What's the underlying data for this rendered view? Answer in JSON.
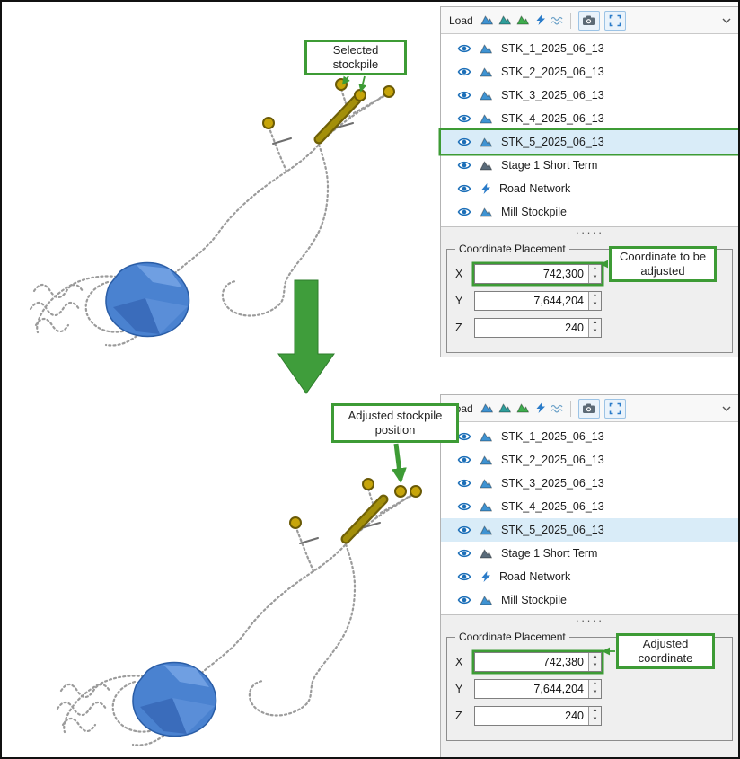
{
  "callouts": {
    "selected_stockpile": "Selected stockpile",
    "coordinate_to_be_adjusted": "Coordinate to be adjusted",
    "adjusted_stockpile_position": "Adjusted stockpile position",
    "adjusted_coordinate": "Adjusted coordinate"
  },
  "panel": {
    "load_label": "Load",
    "coordinate_group_title": "Coordinate Placement",
    "splitter_dots": "·····",
    "coordinate_labels": {
      "x": "X",
      "y": "Y",
      "z": "Z"
    },
    "layers": [
      {
        "label": "STK_1_2025_06_13"
      },
      {
        "label": "STK_2_2025_06_13"
      },
      {
        "label": "STK_3_2025_06_13"
      },
      {
        "label": "STK_4_2025_06_13"
      },
      {
        "label": "STK_5_2025_06_13",
        "selected": true
      },
      {
        "label": "Stage 1 Short Term"
      },
      {
        "label": "Road Network"
      },
      {
        "label": "Mill Stockpile"
      }
    ]
  },
  "coordinates": {
    "before": {
      "x": "742,300",
      "y": "7,644,204",
      "z": "240"
    },
    "after": {
      "x": "742,380",
      "y": "7,644,204",
      "z": "240"
    }
  },
  "colors": {
    "annotation_green": "#3d9b35",
    "selection_blue": "#d9ecf8",
    "marker_gold": "#c7a50a",
    "stockpile_blue": "#4a82d0"
  }
}
